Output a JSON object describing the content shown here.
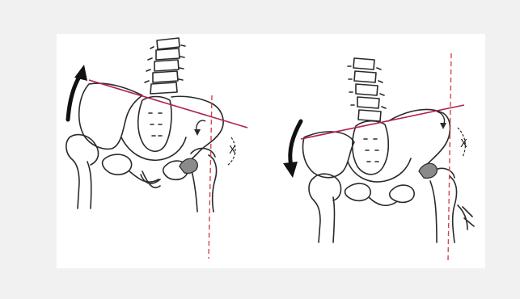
{
  "figure": {
    "left_panel": {
      "angle_label": "X"
    },
    "right_panel": {
      "angle_label": "X"
    }
  },
  "colors": {
    "background": "#f1f1f1",
    "panel": "#ffffff",
    "outline": "#2a2a2a",
    "pelvic_line": "#b0224a",
    "vertical_line": "#d64545",
    "femoral_head_fill": "#8a8a8a"
  },
  "icons": [
    "curved-arrow-up",
    "curved-arrow-down",
    "small-rotation-arrow"
  ]
}
